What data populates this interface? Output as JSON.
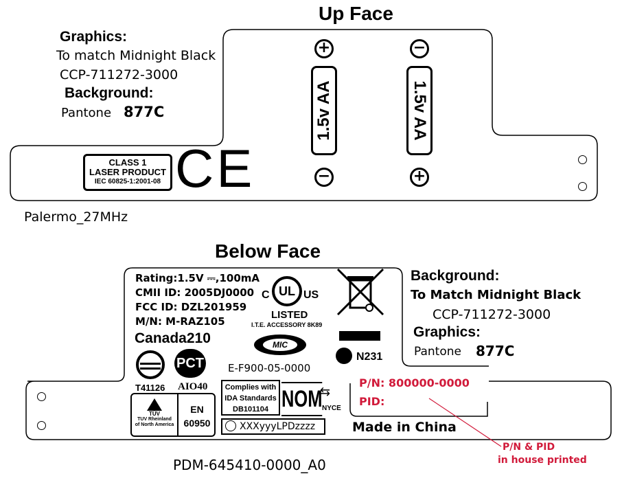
{
  "up_face": {
    "title": "Up Face",
    "graphics_label": "Graphics:",
    "graphics_value": "To match Midnight Black",
    "graphics_code": "CCP-711272-3000",
    "background_label": "Background:",
    "background_pantone": "Pantone",
    "background_code": "877C",
    "laser": {
      "line1": "CLASS 1",
      "line2": "LASER PRODUCT",
      "line3": "IEC 60825-1:2001-08"
    },
    "ce_mark": "CE",
    "battery_left": "1.5v AA",
    "battery_right": "1.5v AA",
    "plus": "+",
    "minus": "−",
    "model_name": "Palermo_27MHz"
  },
  "below_face": {
    "title": "Below Face",
    "rating": "Rating:1.5V ⎓,100mA",
    "cmii": "CMII ID: 2005DJ0000",
    "fcc": "FCC ID: DZL201959",
    "mn": "M/N: M-RAZ105",
    "canada": "Canada210",
    "ul": {
      "c": "C",
      "ul": "UL",
      "us": "US",
      "listed": "LISTED",
      "accessory": "I.T.E. ACCESSORY 8K89"
    },
    "mic": "MIC",
    "mic_code": "E-F900-05-0000",
    "n231": "N231",
    "t_code": "T41126",
    "pct_code": "AIO40",
    "pct": "PCT",
    "tuv": {
      "tuv": "TÜV",
      "line1": "TUV Rheinland",
      "line2": "of North America",
      "en": "EN",
      "en_num": "60950"
    },
    "ida": {
      "line1": "Complies with",
      "line2": "IDA Standards",
      "line3": "DB101104"
    },
    "nom": "NOM",
    "nyce": "NYCE",
    "kc_code": "XXXyyyLPDzzzz",
    "pn": "P/N: 800000-0000",
    "pid": "PID:",
    "made_in": "Made in China",
    "background_label": "Background:",
    "background_value": "To Match Midnight Black",
    "background_code": "CCP-711272-3000",
    "graphics_label": "Graphics:",
    "graphics_pantone": "Pantone",
    "graphics_code": "877C",
    "note_line1": "P/N & PID",
    "note_line2": "in house printed",
    "doc_number": "PDM-645410-0000_A0"
  },
  "colors": {
    "accent_red": "#d11a3a"
  }
}
